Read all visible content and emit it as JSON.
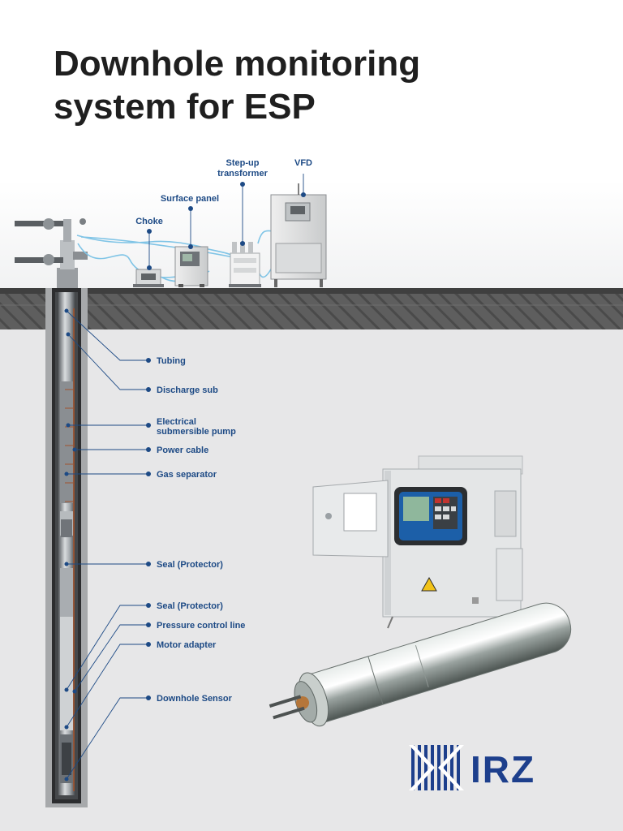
{
  "title": {
    "line1": "Downhole monitoring",
    "line2": "system for ESP"
  },
  "surface_labels": {
    "stepup_line1": "Step-up",
    "stepup_line2": "transformer",
    "vfd": "VFD",
    "surface_panel": "Surface panel",
    "choke": "Choke"
  },
  "downhole_labels": {
    "tubing": "Tubing",
    "discharge_sub": "Discharge sub",
    "esp_line1": "Electrical",
    "esp_line2": "submersible pump",
    "power_cable": "Power cable",
    "gas_separator": "Gas separator",
    "seal_protector_1": "Seal (Protector)",
    "seal_protector_2": "Seal (Protector)",
    "pressure_control_line": "Pressure control line",
    "motor_adapter": "Motor adapter",
    "downhole_sensor": "Downhole Sensor"
  },
  "logo": {
    "text": "IRZ"
  },
  "colors": {
    "label_blue": "#1d4a85",
    "cable_blue": "#7fc4e6",
    "ground_dark": "#5a5a5a",
    "underground_bg": "#e7e7e8",
    "logo_blue": "#1d3f8c"
  }
}
